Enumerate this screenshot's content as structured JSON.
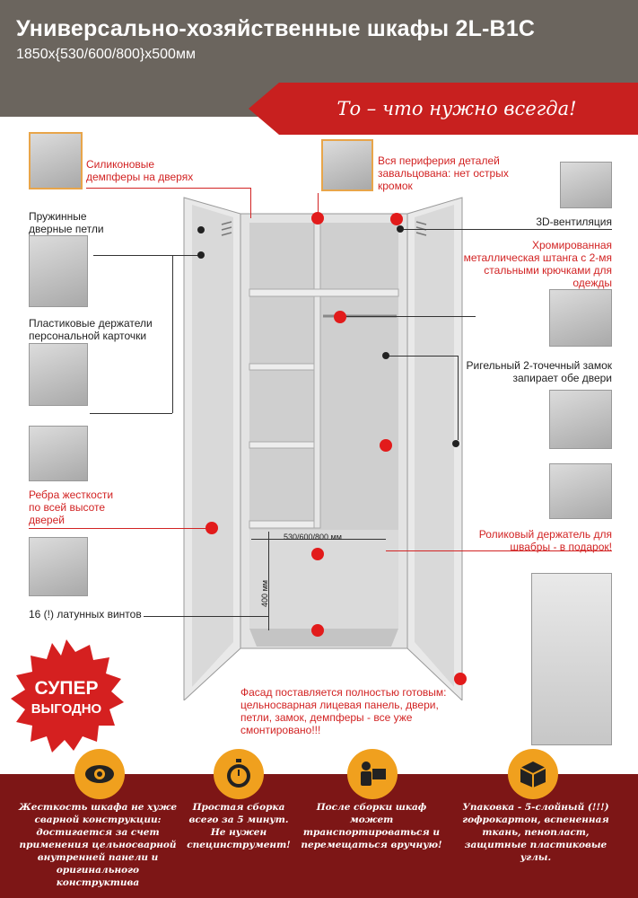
{
  "header": {
    "title": "Универсально-хозяйственные шкафы 2L-B1C",
    "dimensions": "1850х{530/600/800}х500мм"
  },
  "banner": {
    "slogan": "То – что нужно всегда!"
  },
  "features": {
    "silicone_dampers": "Силиконовые демпферы на дверях",
    "spring_hinges": "Пружинные дверные петли",
    "card_holders": "Пластиковые держатели персональной карточки",
    "stiffening_ribs": "Ребра жесткости по всей высоте дверей",
    "brass_screws": "16 (!) латунных винтов",
    "rolled_edges": "Вся периферия деталей завальцована: нет острых кромок",
    "ventilation": "3D-вентиляция",
    "chrome_rod": "Хромированная металлическая штанга с 2-мя стальными крючками для одежды",
    "lock": "Ригельный 2-точечный замок запирает обе двери",
    "mop_holder": "Роликовый держатель для швабры - в подарок!",
    "facade": "Фасад поставляется полностью готовым: цельносварная лицевая панель, двери, петли, замок, демпферы - все уже смонтировано!!!"
  },
  "measurements": {
    "width": "530/600/800 мм",
    "height": "400 мм"
  },
  "badge": {
    "line1": "СУПЕР",
    "line2": "ВЫГОДНО"
  },
  "footer": {
    "items": [
      {
        "icon": "eye-icon",
        "text": "Жесткость шкафа не хуже сварной конструкции: достигается за счет применения цельносварной внутренней панели и оригинального конструктива"
      },
      {
        "icon": "stopwatch-icon",
        "text": "Простая сборка всего за 5 минут. Не нужен специнструмент!"
      },
      {
        "icon": "delivery-man-icon",
        "text": "После сборки шкаф может транспортироваться и перемещаться вручную!"
      },
      {
        "icon": "box-icon",
        "text": "Упаковка - 5-слойный (!!!) гофрокартон, вспененная ткань, пенопласт, защитные пластиковые углы."
      }
    ]
  },
  "colors": {
    "header_bg": "#6b655e",
    "accent_red": "#d22323",
    "footer_bg": "#7d1616",
    "icon_orange": "#f0a01e"
  }
}
